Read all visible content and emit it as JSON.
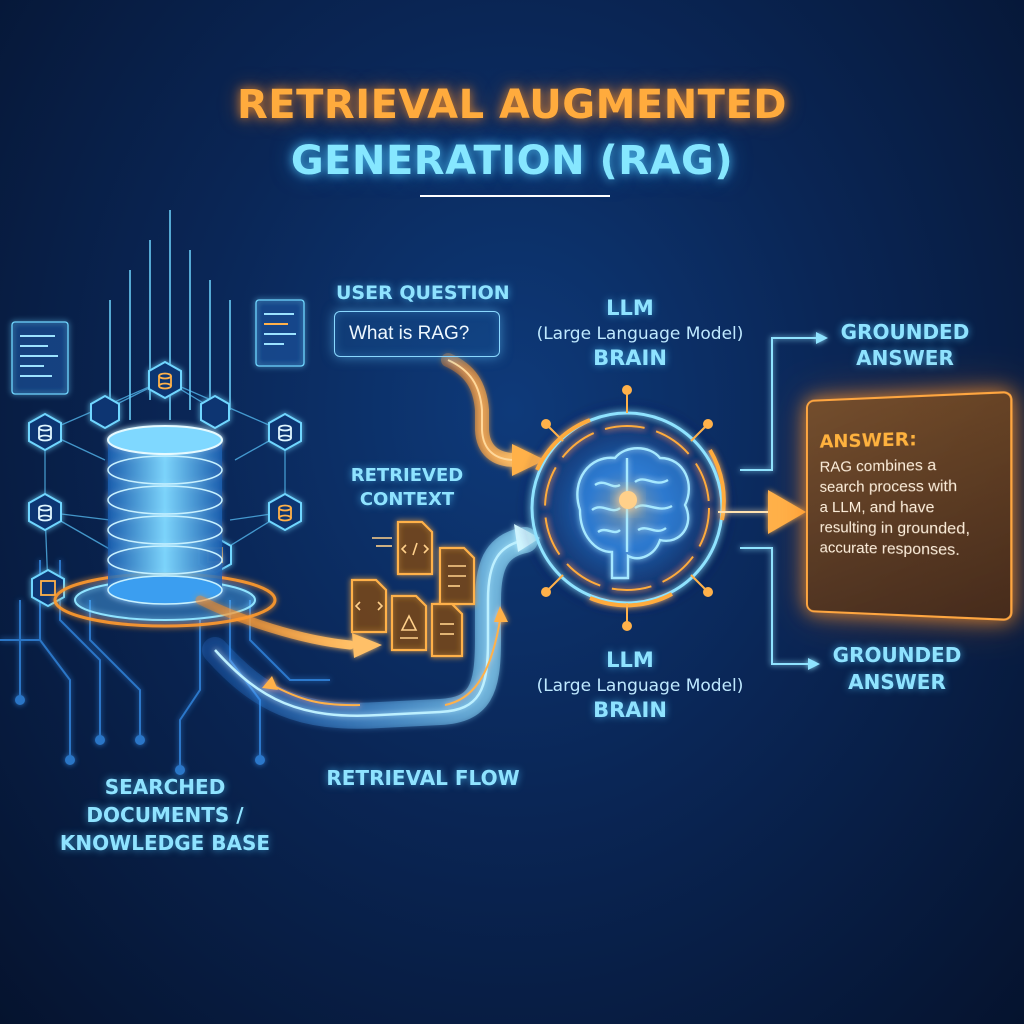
{
  "title": {
    "line1": "RETRIEVAL AUGMENTED",
    "line2": "GENERATION (RAG)"
  },
  "user_question": {
    "label": "USER QUESTION",
    "text": "What is RAG?"
  },
  "llm_top": {
    "name": "LLM",
    "subtitle": "(Large Language Model)",
    "caption": "BRAIN"
  },
  "llm_bottom": {
    "name": "LLM",
    "subtitle": "(Large Language Model)",
    "caption": "BRAIN"
  },
  "retrieved_context": {
    "line1": "RETRIEVED",
    "line2": "CONTEXT"
  },
  "grounded_top": {
    "line1": "GROUNDED",
    "line2": "ANSWER"
  },
  "grounded_bottom": {
    "line1": "GROUNDED",
    "line2": "ANSWER"
  },
  "answer": {
    "heading": "ANSWER:",
    "lines": [
      "RAG combines a",
      "search process with",
      "a LLM, and have",
      "resulting in grounded,",
      "accurate responses."
    ]
  },
  "retrieval_flow": "RETRIEVAL FLOW",
  "knowledge_base": {
    "line1": "SEARCHED",
    "line2": "DOCUMENTS /",
    "line3": "KNOWLEDGE BASE"
  },
  "colors": {
    "cyan": "#8fe3ff",
    "orange": "#ffab3d",
    "background": "#0a2656"
  },
  "icons": [
    "database-icon",
    "brain-icon",
    "document-icon",
    "code-document-icon",
    "network-node-icon"
  ]
}
